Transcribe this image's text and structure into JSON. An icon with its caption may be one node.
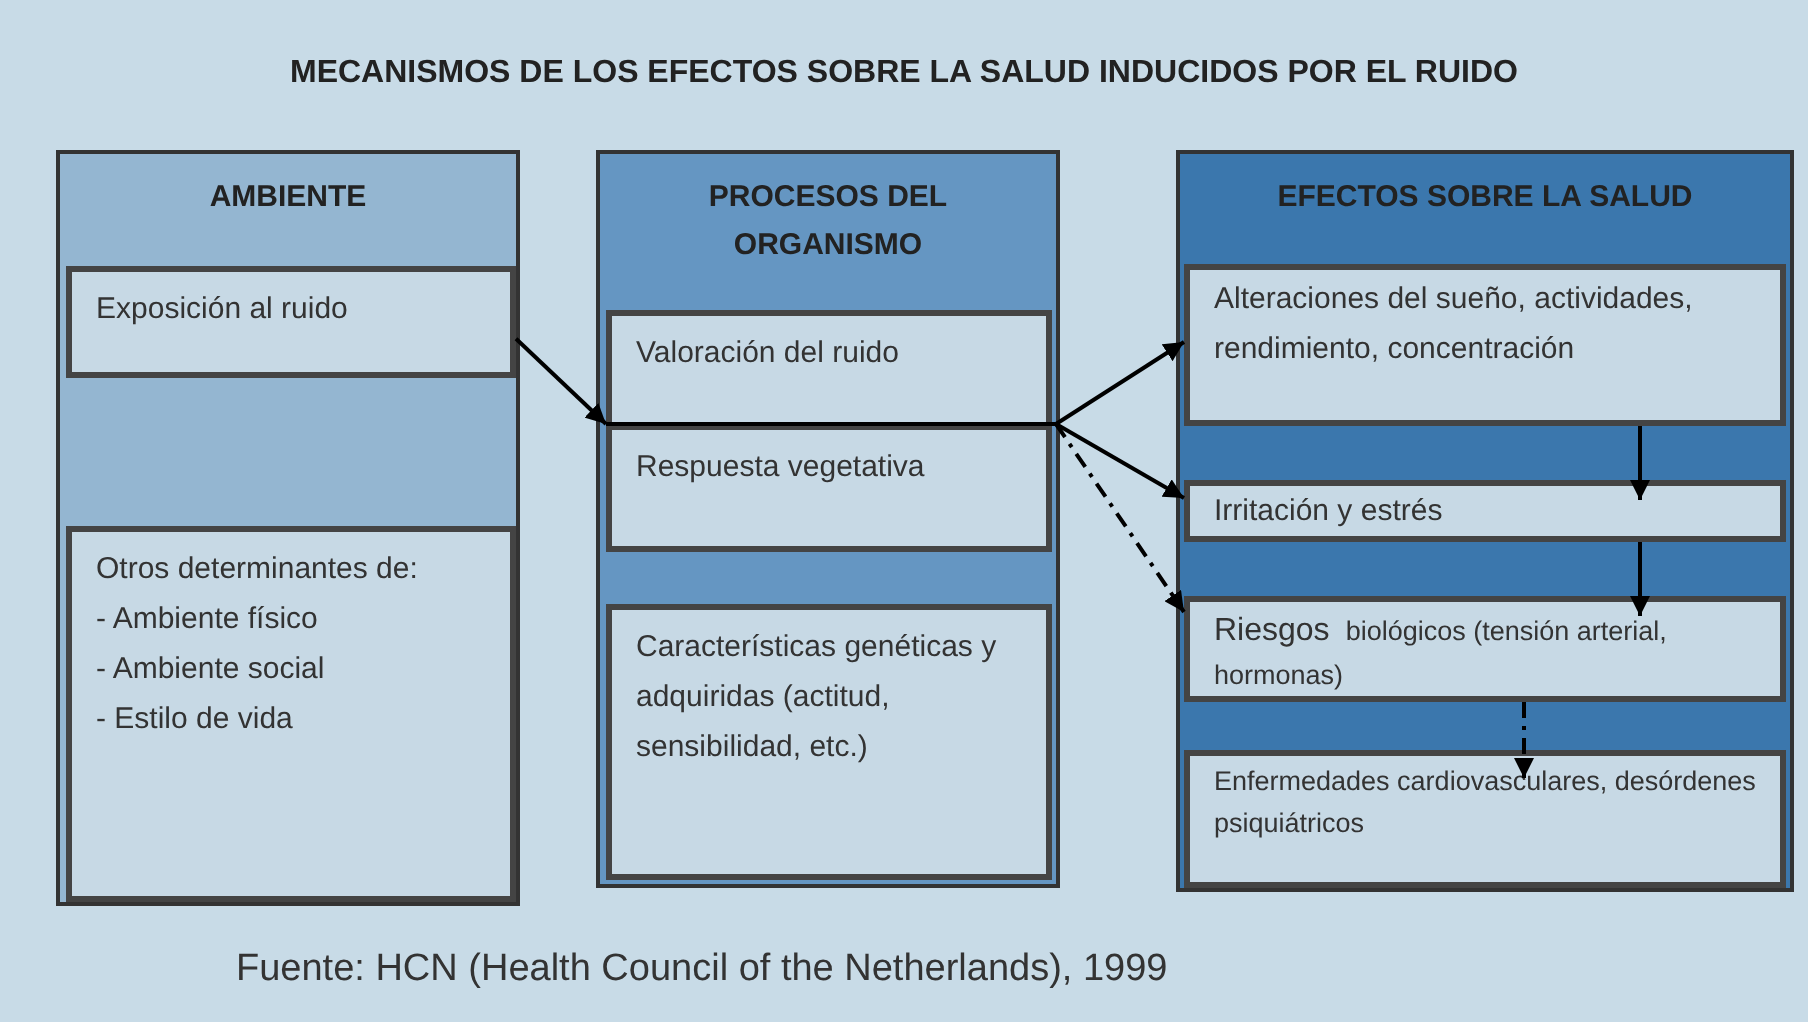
{
  "diagram": {
    "title": "MECANISMOS DE LOS EFECTOS SOBRE LA SALUD INDUCIDOS POR EL RUIDO",
    "caption": "Fuente: HCN (Health Council of the Netherlands), 1999",
    "nodes": [
      {
        "text": [
          "AMBIENTE"
        ]
      },
      {
        "text": [
          "Exposición al ruido"
        ],
        "in": 0
      },
      {
        "text": [
          "Otros determinantes de:",
          "- Ambiente físico",
          "- Ambiente social",
          "- Estilo de vida"
        ],
        "in": 0
      },
      {
        "text": [
          "PROCESOS DEL ORGANISMO"
        ]
      },
      {
        "text": [
          "Valoración del ruido"
        ],
        "in": 3
      },
      {
        "text": [
          "Respuesta vegetativa"
        ],
        "in": 3
      },
      {
        "text": [
          "Características genéticas y adquiridas (actitud, sensibilidad, etc.)"
        ],
        "in": 3
      },
      {
        "text": [
          "EFECTOS SOBRE LA SALUD"
        ]
      },
      {
        "text": [
          "Alteraciones del sueño, actividades, rendimiento, concentración"
        ],
        "in": 7
      },
      {
        "text": [
          "Irritación y estrés"
        ],
        "in": 7
      },
      {
        "text": [
          "Riesgos",
          "biológicos (tensión arterial, hormonas)"
        ],
        "in": 7
      },
      {
        "text": [
          "Enfermedades cardiovasculares, desórdenes psiquiátricos"
        ],
        "in": 7
      }
    ],
    "edges": [
      {
        "from": 1,
        "to": 4,
        "arrow": "to"
      },
      {
        "from": 4,
        "to": 8,
        "arrow": "to"
      },
      {
        "from": 4,
        "to": 9,
        "arrow": "to"
      },
      {
        "from": 4,
        "to": 10,
        "arrow": "to",
        "style": "dashed"
      },
      {
        "from": 8,
        "to": 9,
        "arrow": "to"
      },
      {
        "from": 9,
        "to": 10,
        "arrow": "to"
      },
      {
        "from": 10,
        "to": 11,
        "arrow": "to",
        "style": "dashed"
      }
    ]
  }
}
